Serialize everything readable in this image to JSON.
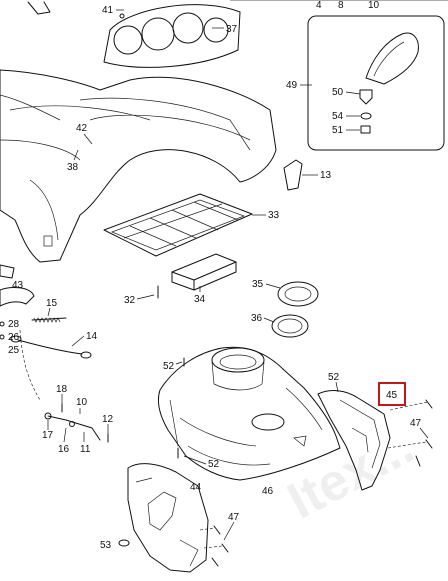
{
  "header_scale": {
    "labels": [
      "4",
      "8",
      "10"
    ]
  },
  "callouts": {
    "c41": "41",
    "c37": "37",
    "c42": "42",
    "c38": "38",
    "c13": "13",
    "c33": "33",
    "c43": "43",
    "c15": "15",
    "c28": "28",
    "c26": "26",
    "c25": "25",
    "c14": "14",
    "c32": "32",
    "c34": "34",
    "c35": "35",
    "c36": "36",
    "c52a": "52",
    "c52b": "52",
    "c52c": "52",
    "c18": "18",
    "c10": "10",
    "c17": "17",
    "c16": "16",
    "c11": "11",
    "c12": "12",
    "c44": "44",
    "c46": "46",
    "c47a": "47",
    "c47b": "47",
    "c53": "53",
    "c49": "49",
    "c50": "50",
    "c54": "54",
    "c51": "51"
  },
  "highlighted_callout": "45",
  "watermark": "Itex..."
}
